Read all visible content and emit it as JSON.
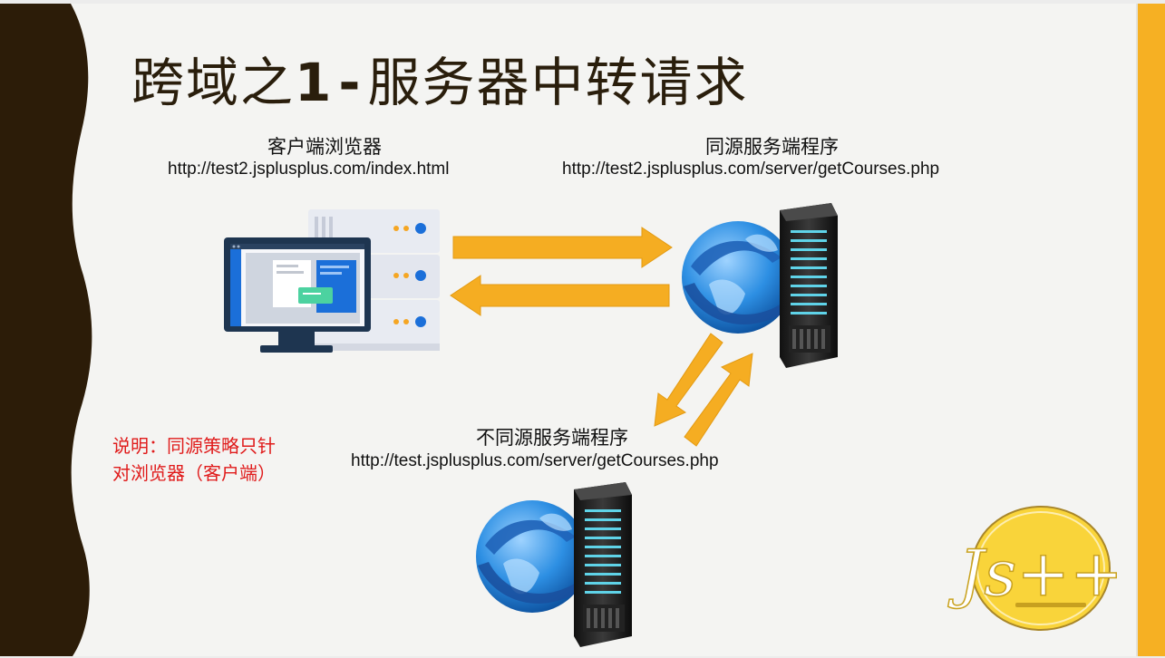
{
  "slide": {
    "title_prefix": "跨域之",
    "title_number": "1",
    "title_dash": "-",
    "title_suffix": "服务器中转请求",
    "client": {
      "name": "客户端浏览器",
      "url": "http://test2.jsplusplus.com/index.html"
    },
    "same_origin_server": {
      "name": "同源服务端程序",
      "url": "http://test2.jsplusplus.com/server/getCourses.php"
    },
    "cross_origin_server": {
      "name": "不同源服务端程序",
      "url": "http://test.jsplusplus.com/server/getCourses.php"
    },
    "note_line1": "说明：同源策略只针",
    "note_line2": "对浏览器（客户端）",
    "logo_text": "Js++"
  },
  "icons": {
    "client": "computer-with-server-rack-icon",
    "server": "globe-with-server-tower-icon",
    "logo": "jsplusplus-logo-icon"
  },
  "colors": {
    "accent_gold": "#f6b023",
    "arrow": "#f5ad22",
    "note_red": "#e01b1b",
    "wave_dark": "#2c1c08",
    "title": "#2a1e0c"
  }
}
